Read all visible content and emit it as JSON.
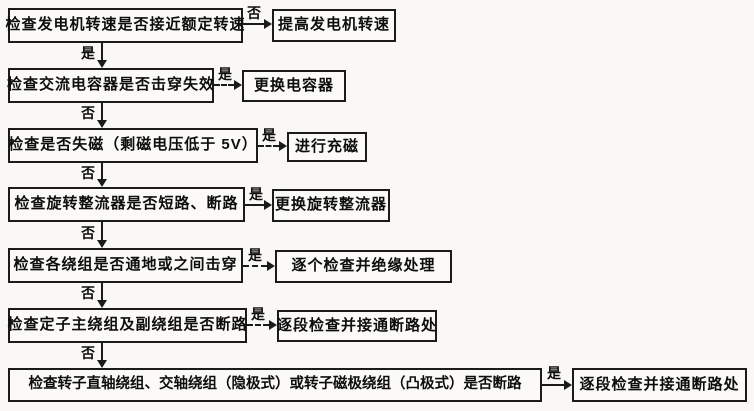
{
  "diagram": {
    "type": "troubleshooting-flowchart",
    "language": "zh",
    "colors": {
      "line": "#1b1b1b",
      "background": "#f9f8f5",
      "text": "#0e0e0e"
    },
    "labels": {
      "yes": "是",
      "no": "否"
    },
    "steps": [
      {
        "check": "检查发电机转速是否接近额定转速",
        "branch_label": "否",
        "branch_style": "solid",
        "action": "提高发电机转速",
        "down_label": "是"
      },
      {
        "check": "检查交流电容器是否击穿失效",
        "branch_label": "是",
        "branch_style": "dashed",
        "action": "更换电容器",
        "down_label": "否"
      },
      {
        "check": "检查是否失磁（剩磁电压低于 5V）",
        "branch_label": "是",
        "branch_style": "dashed",
        "action": "进行充磁",
        "down_label": "否"
      },
      {
        "check": "检查旋转整流器是否短路、断路",
        "branch_label": "是",
        "branch_style": "solid",
        "action": "更换旋转整流器",
        "down_label": "否"
      },
      {
        "check": "检查各绕组是否通地或之间击穿",
        "branch_label": "是",
        "branch_style": "dashed",
        "action": "逐个检查并绝缘处理",
        "down_label": "否"
      },
      {
        "check": "检查定子主绕组及副绕组是否断路",
        "branch_label": "是",
        "branch_style": "dashed",
        "action": "逐段检查并接通断路处",
        "down_label": "否"
      },
      {
        "check": "检查转子直轴绕组、交轴绕组（隐极式）或转子磁极绕组（凸极式）是否断路",
        "branch_label": "是",
        "branch_style": "solid",
        "action": "逐段检查并接通断路处",
        "down_label": ""
      }
    ]
  }
}
